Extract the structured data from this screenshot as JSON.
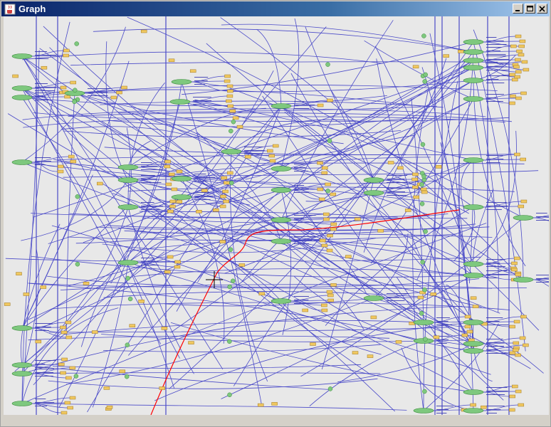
{
  "window": {
    "title": "Graph",
    "minimize_label": "minimize",
    "maximize_label": "maximize",
    "close_label": "close"
  },
  "graph": {
    "background": "#e8e8e8",
    "edge_color": "#4a4ac8",
    "highlight_edge_color": "#ff0000",
    "hub_node_color": "#7ec87e",
    "port_node_color": "#f0c860"
  }
}
